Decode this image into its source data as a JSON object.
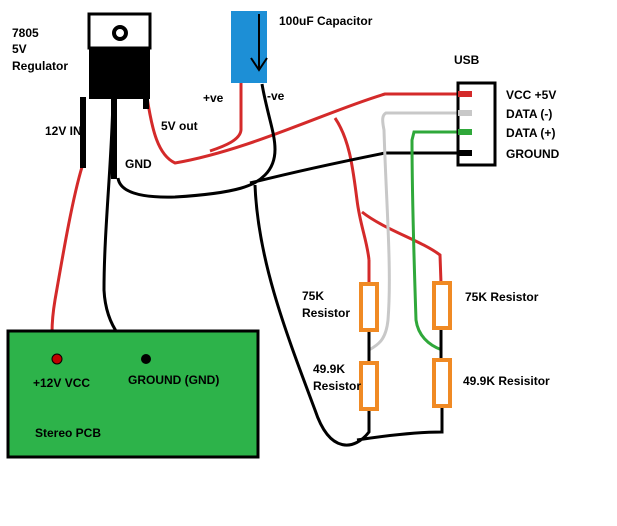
{
  "regulator": {
    "line1": "7805",
    "line2": "5V",
    "line3": "Regulator"
  },
  "capacitor": {
    "label": "100uF Capacitor",
    "pos_label": "+ve",
    "neg_label": "-ve"
  },
  "pins": {
    "input": "12V IN",
    "gnd": "GND",
    "output": "5V out"
  },
  "usb": {
    "title": "USB",
    "pins": [
      {
        "label": "VCC +5V",
        "color": "#d42a2a"
      },
      {
        "label": "DATA (-)",
        "color": "#c8c8c8"
      },
      {
        "label": "DATA (+)",
        "color": "#2fa83a"
      },
      {
        "label": "GROUND",
        "color": "#000000"
      }
    ]
  },
  "resistors": {
    "left_top": {
      "line1": "75K",
      "line2": "Resistor"
    },
    "left_bottom": {
      "line1": "49.9K",
      "line2": "Resistor"
    },
    "right_top": {
      "label": "75K Resistor"
    },
    "right_bottom": {
      "label": "49.9K Resisitor"
    }
  },
  "pcb": {
    "vcc_label": "+12V VCC",
    "gnd_label": "GROUND (GND)",
    "name": "Stereo PCB"
  },
  "colors": {
    "wire_red": "#d42a2a",
    "wire_black": "#000000",
    "wire_gray": "#c8c8c8",
    "wire_green": "#2fa83a",
    "pcb_fill": "#2db34a",
    "resistor_stroke": "#f08a24",
    "capacitor_fill": "#1d8fd6"
  }
}
